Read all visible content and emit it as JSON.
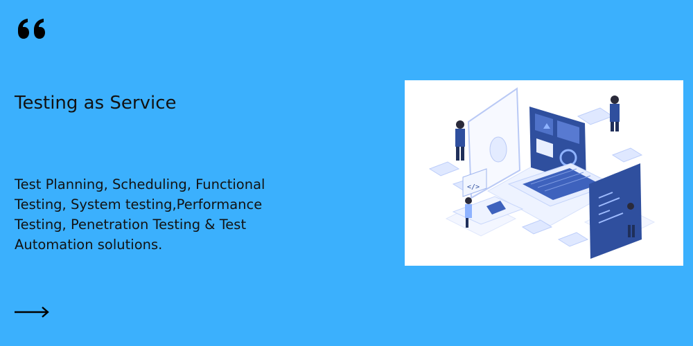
{
  "card": {
    "title": "Testing as Service",
    "description": "Test Planning, Scheduling, Functional Testing, System testing,Performance Testing, Penetration Testing & Test Automation solutions."
  },
  "icons": {
    "quote": "quote-icon",
    "arrow": "arrow-right-icon",
    "illustration": "software-testing-isometric-illustration"
  },
  "colors": {
    "background": "#3bb0fd",
    "text": "#121212",
    "illustration_primary": "#2f4f9e",
    "illustration_accent": "#8fb3ff"
  }
}
